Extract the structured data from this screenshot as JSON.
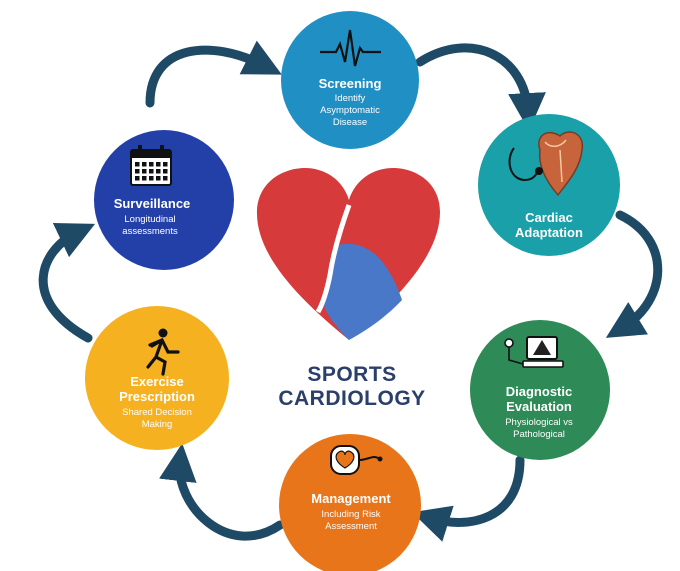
{
  "center": {
    "line1": "SPORTS",
    "line2": "CARDIOLOGY"
  },
  "nodes": {
    "screening": {
      "title": "Screening",
      "sub1": "Identify",
      "sub2": "Asymptomatic",
      "sub3": "Disease",
      "color": "#1f8fc4",
      "icon": "ecg-waveform-icon"
    },
    "cardiac": {
      "title1": "Cardiac",
      "title2": "Adaptation",
      "color": "#1aa0a8",
      "icon": "heart-stethoscope-icon"
    },
    "diagnostic": {
      "title1": "Diagnostic",
      "title2": "Evaluation",
      "sub1": "Physiological vs",
      "sub2": "Pathological",
      "color": "#2e8b57",
      "icon": "ultrasound-machine-icon"
    },
    "management": {
      "title": "Management",
      "sub1": "Including Risk",
      "sub2": "Assessment",
      "color": "#e8751a",
      "icon": "pacemaker-icon"
    },
    "exercise": {
      "title1": "Exercise",
      "title2": "Prescription",
      "sub1": "Shared Decision",
      "sub2": "Making",
      "color": "#f5b120",
      "icon": "runner-icon"
    },
    "surveillance": {
      "title": "Surveillance",
      "sub1": "Longitudinal",
      "sub2": "assessments",
      "color": "#2340a8",
      "icon": "calendar-icon"
    }
  },
  "colors": {
    "arrow": "#1f4a66",
    "heart_red": "#d63a3a",
    "heart_blue": "#4a78c8",
    "title_text": "#2b3f6b"
  }
}
